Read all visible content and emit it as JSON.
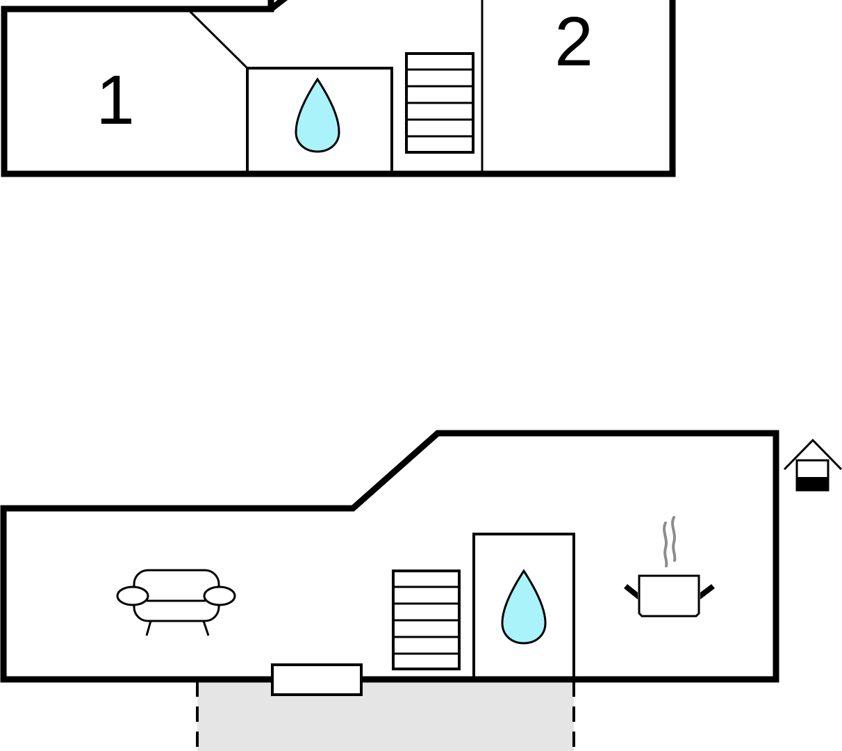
{
  "upper_floor": {
    "rooms": [
      {
        "label": "1"
      },
      {
        "label": "2"
      }
    ],
    "icons": [
      "bathroom-water-drop-icon",
      "staircase-icon"
    ]
  },
  "ground_floor": {
    "icons": [
      "sofa-icon",
      "staircase-icon",
      "bathroom-water-drop-icon",
      "cooking-pot-icon",
      "entrance-house-icon",
      "terrace-area",
      "door-mat-icon"
    ]
  },
  "colors": {
    "wall": "#000000",
    "water": "#aaf3fa",
    "terrace": "#e5e5e5",
    "steam": "#8c8c8c"
  }
}
